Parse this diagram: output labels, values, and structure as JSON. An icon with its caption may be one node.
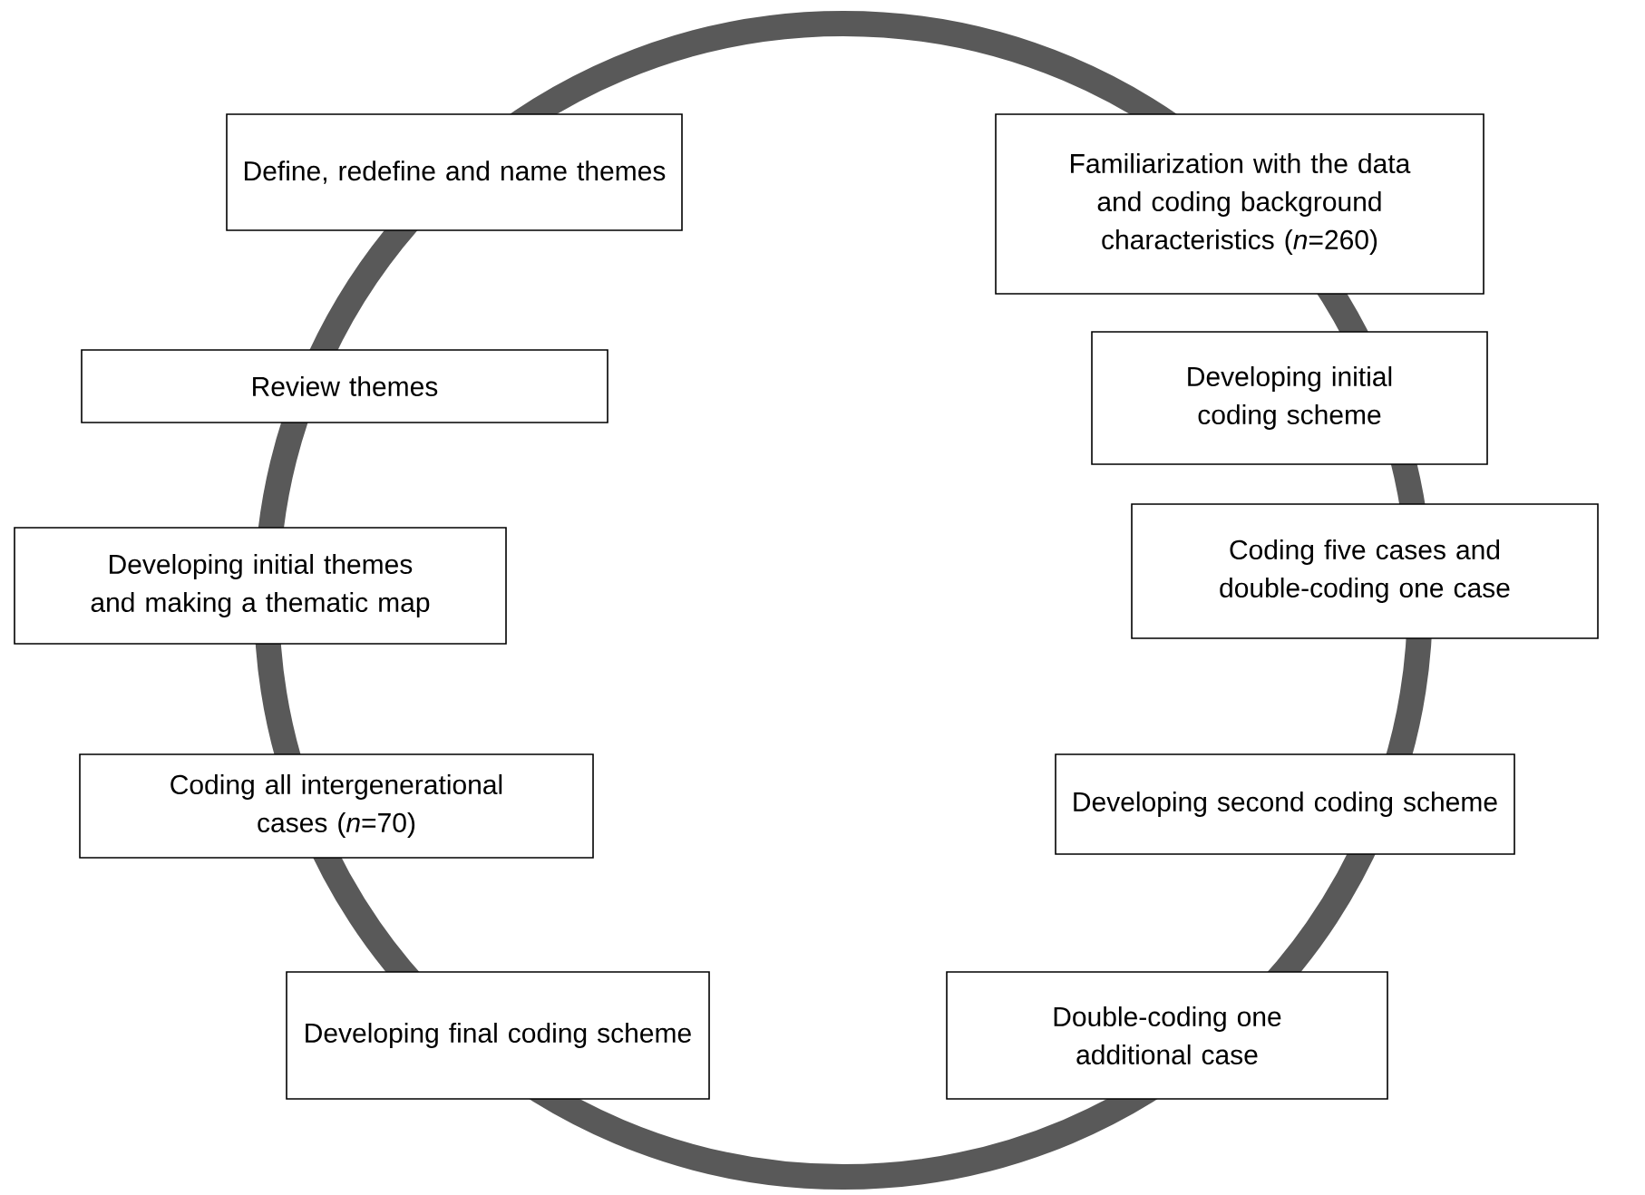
{
  "diagram": {
    "nodes": [
      {
        "text": [
          "Familiarization with the data and coding background characteristics (*n*=260)"
        ]
      },
      {
        "text": [
          "Developing initial coding scheme"
        ]
      },
      {
        "text": [
          "Coding five cases and double-coding one case"
        ]
      },
      {
        "text": [
          "Developing second coding scheme"
        ]
      },
      {
        "text": [
          "Double-coding one additional case"
        ]
      },
      {
        "text": [
          "Developing final coding scheme"
        ]
      },
      {
        "text": [
          "Coding all intergenerational cases (*n*=70)"
        ]
      },
      {
        "text": [
          "Developing initial themes and making a thematic map"
        ]
      },
      {
        "text": [
          "Review themes"
        ]
      },
      {
        "text": [
          "Define, redefine and name themes"
        ]
      }
    ]
  }
}
